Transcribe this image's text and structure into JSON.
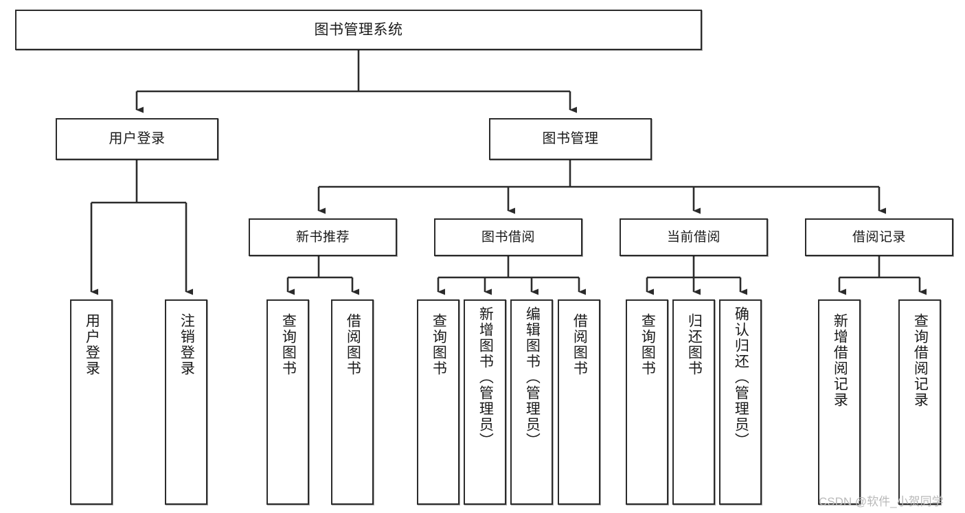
{
  "diagram": {
    "title": "图书管理系统",
    "type": "hierarchical-tree",
    "watermark": "CSDN @软件_小贺同学",
    "colors": {
      "stroke": "#2b2b2b",
      "fill": "#ffffff",
      "text": "#1a1a1a",
      "watermark": "#b9b9b9"
    }
  },
  "nodes": {
    "root": {
      "label": "图书管理系统"
    },
    "level1": [
      {
        "label": "用户登录"
      },
      {
        "label": "图书管理"
      }
    ],
    "level2": [
      {
        "label": "新书推荐"
      },
      {
        "label": "图书借阅"
      },
      {
        "label": "当前借阅"
      },
      {
        "label": "借阅记录"
      }
    ],
    "leaves": {
      "user_login": [
        {
          "label": "用户登录"
        },
        {
          "label": "注销登录"
        }
      ],
      "new_book_recommend": [
        {
          "label": "查询图书"
        },
        {
          "label": "借阅图书"
        }
      ],
      "book_borrow": [
        {
          "label": "查询图书"
        },
        {
          "label": "新增图书（管理员）"
        },
        {
          "label": "编辑图书（管理员）"
        },
        {
          "label": "借阅图书"
        }
      ],
      "current_borrow": [
        {
          "label": "查询图书"
        },
        {
          "label": "归还图书"
        },
        {
          "label": "确认归还（管理员）"
        }
      ],
      "borrow_record": [
        {
          "label": "新增借阅记录"
        },
        {
          "label": "查询借阅记录"
        }
      ]
    }
  }
}
